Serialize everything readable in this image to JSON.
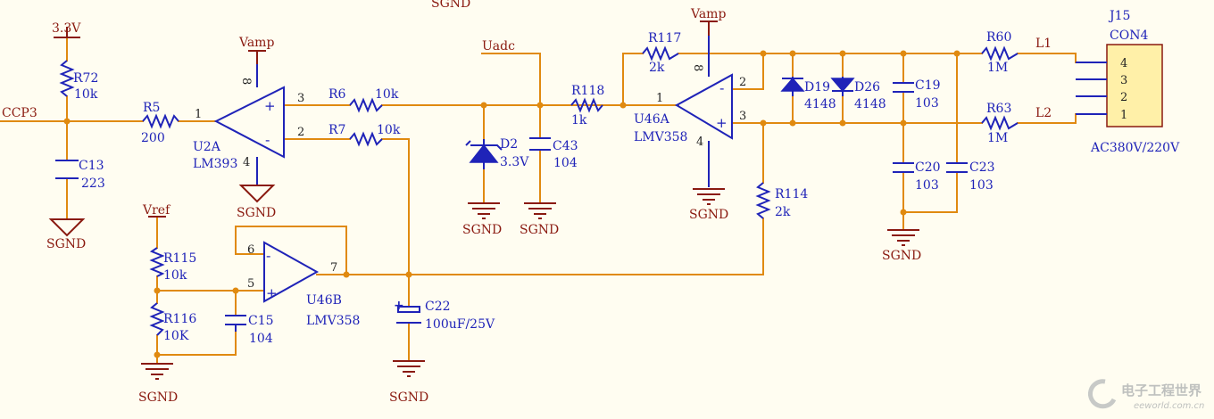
{
  "nets": {
    "sgnd_top": "SGND",
    "v33": "3.3V",
    "vamp1": "Vamp",
    "vamp2": "Vamp",
    "uadc": "Uadc",
    "ccp3": "CCP3",
    "vref": "Vref",
    "sgnd": "SGND",
    "l1": "L1",
    "l2": "L2"
  },
  "parts": {
    "r72": {
      "ref": "R72",
      "val": "10k"
    },
    "r5": {
      "ref": "R5",
      "val": "200"
    },
    "c13": {
      "ref": "C13",
      "val": "223"
    },
    "u2a": {
      "ref": "U2A",
      "val": "LM393"
    },
    "r6": {
      "ref": "R6",
      "val": "10k"
    },
    "r7": {
      "ref": "R7",
      "val": "10k"
    },
    "d2": {
      "ref": "D2",
      "val": "3.3V"
    },
    "c43": {
      "ref": "C43",
      "val": "104"
    },
    "r118": {
      "ref": "R118",
      "val": "1k"
    },
    "r117": {
      "ref": "R117",
      "val": "2k"
    },
    "u46a": {
      "ref": "U46A",
      "val": "LMV358"
    },
    "d19": {
      "ref": "D19",
      "val": "4148"
    },
    "d26": {
      "ref": "D26",
      "val": "4148"
    },
    "c19": {
      "ref": "C19",
      "val": "103"
    },
    "r60": {
      "ref": "R60",
      "val": "1M"
    },
    "r63": {
      "ref": "R63",
      "val": "1M"
    },
    "j15": {
      "ref": "J15",
      "val": "CON4",
      "pins": [
        "4",
        "3",
        "2",
        "1"
      ],
      "note": "AC380V/220V"
    },
    "c20": {
      "ref": "C20",
      "val": "103"
    },
    "c23": {
      "ref": "C23",
      "val": "103"
    },
    "r114": {
      "ref": "R114",
      "val": "2k"
    },
    "r115": {
      "ref": "R115",
      "val": "10k"
    },
    "r116": {
      "ref": "R116",
      "val": "10K"
    },
    "c15": {
      "ref": "C15",
      "val": "104"
    },
    "u46b": {
      "ref": "U46B",
      "val": "LMV358"
    },
    "c22": {
      "ref": "C22",
      "val": "100uF/25V"
    }
  },
  "pins": {
    "p1": "1",
    "p3": "3",
    "p2": "2",
    "p8": "8",
    "p4": "4",
    "a1": "1",
    "a2": "2",
    "a3": "3",
    "a8": "8",
    "a4": "4",
    "b6": "6",
    "b5": "5",
    "b7": "7"
  },
  "signs": {
    "plus": "+",
    "minus": "-"
  },
  "watermark": {
    "cn": "电子工程世界",
    "en": "eeworld.com.cn"
  }
}
